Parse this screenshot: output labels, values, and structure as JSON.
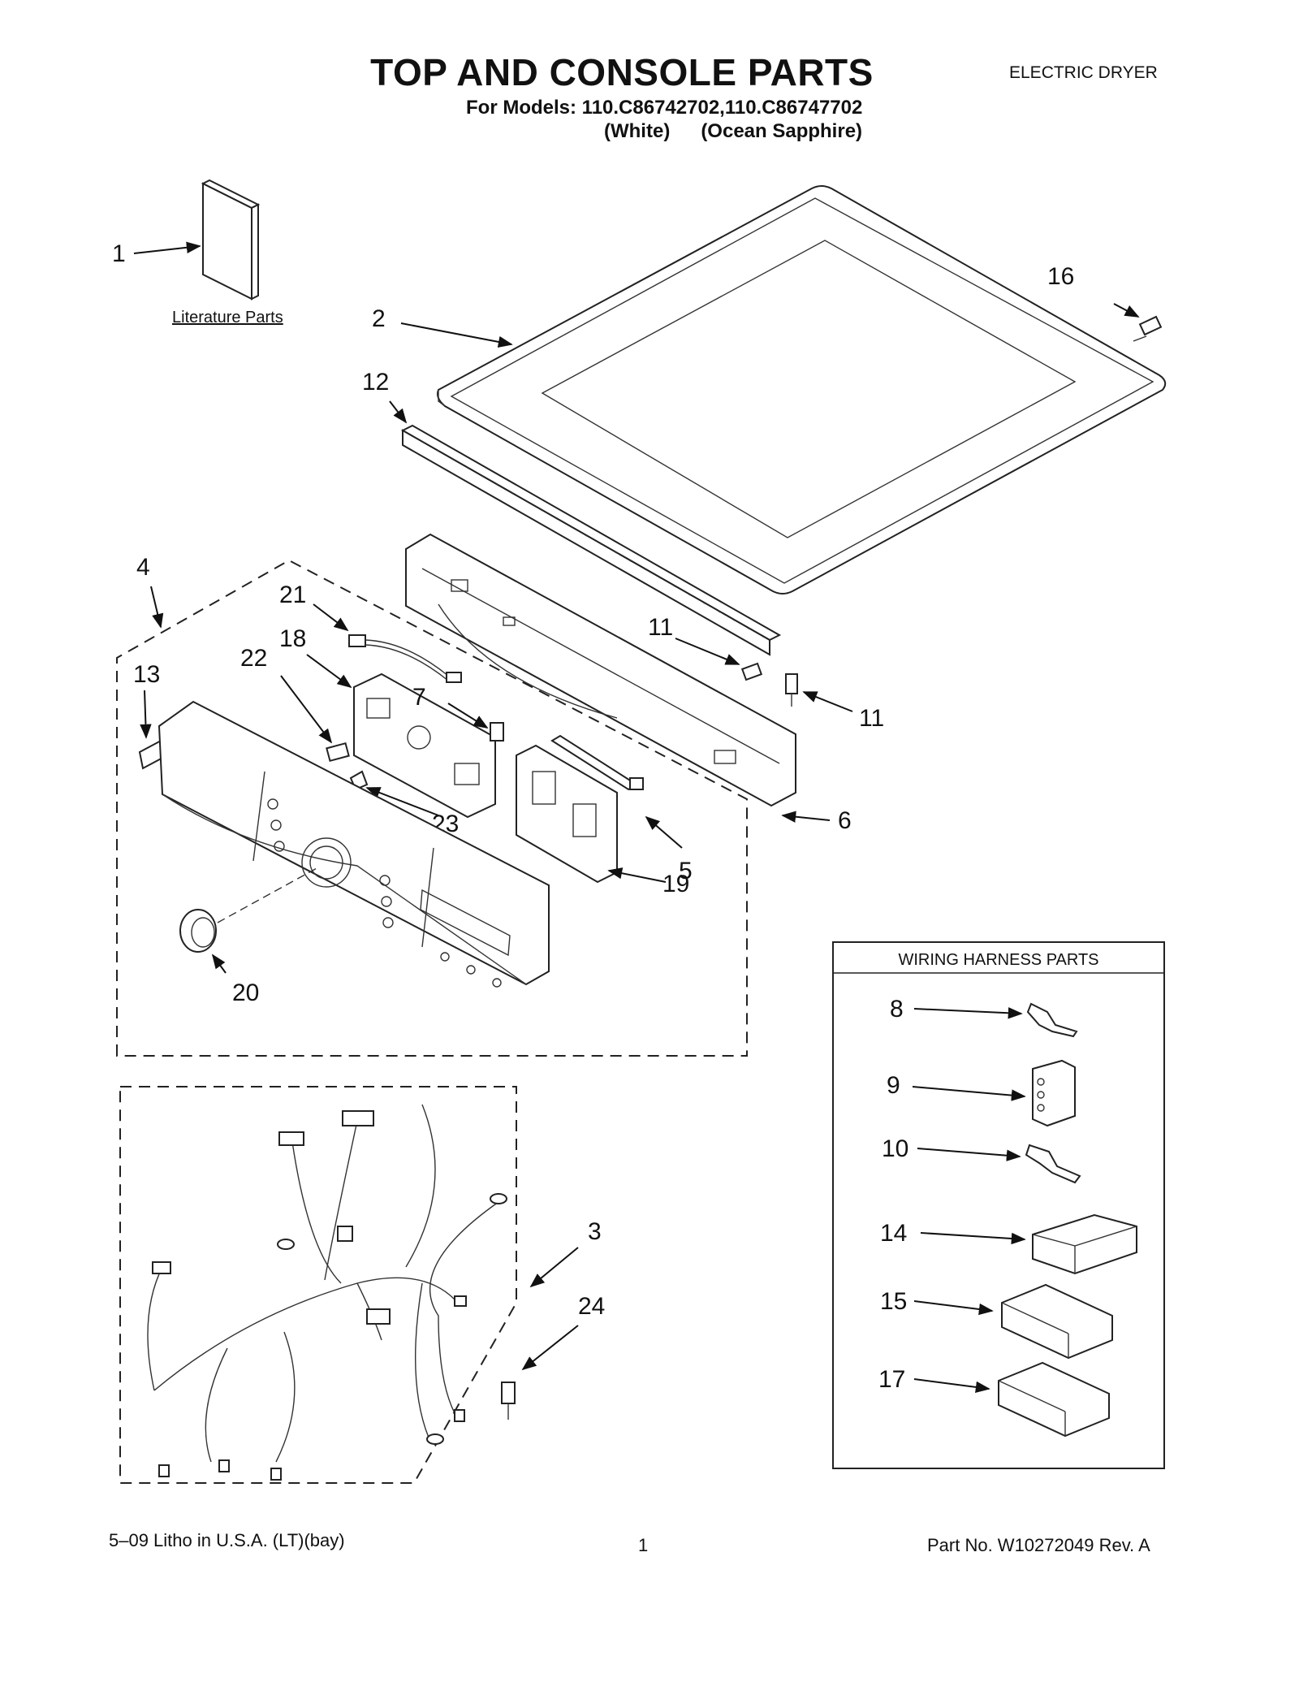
{
  "header": {
    "title": "TOP AND CONSOLE PARTS",
    "models": "For Models: 110.C86742702,110.C86747702",
    "variants": [
      "(White)",
      "(Ocean Sapphire)"
    ],
    "product": "ELECTRIC DRYER"
  },
  "literature_label": "Literature Parts",
  "wiring_box_title": "WIRING HARNESS PARTS",
  "callouts": {
    "c1": "1",
    "c2": "2",
    "c3": "3",
    "c4": "4",
    "c5": "5",
    "c6": "6",
    "c7": "7",
    "c8": "8",
    "c9": "9",
    "c10": "10",
    "c11a": "11",
    "c11b": "11",
    "c12": "12",
    "c13": "13",
    "c14": "14",
    "c15": "15",
    "c16": "16",
    "c17": "17",
    "c18": "18",
    "c19": "19",
    "c20": "20",
    "c21": "21",
    "c22": "22",
    "c23": "23",
    "c24": "24"
  },
  "footer": {
    "left": "5–09 Litho in U.S.A. (LT)(bay)",
    "center": "1",
    "right": "Part No. W10272049 Rev. A"
  }
}
